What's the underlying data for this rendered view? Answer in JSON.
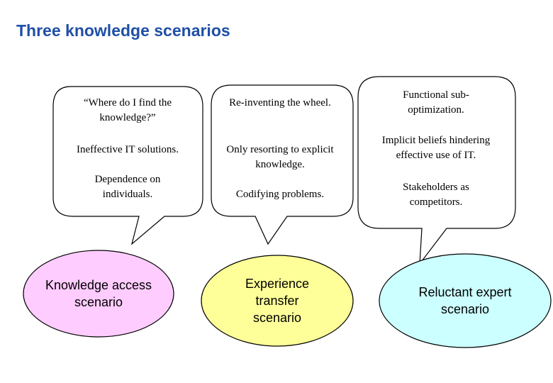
{
  "title": "Three knowledge scenarios",
  "colors": {
    "title": "#1f4fa6",
    "pink": "#ffccff",
    "yellow": "#ffff99",
    "cyan": "#ccffff"
  },
  "bubbles": [
    {
      "lines": [
        "“Where do I find the knowledge?”",
        "Ineffective IT solutions.",
        "Dependence on individuals."
      ]
    },
    {
      "lines": [
        "Re-inventing the wheel.",
        "Only resorting to explicit knowledge.",
        "Codifying problems."
      ]
    },
    {
      "lines": [
        "Functional sub-optimization.",
        "Implicit beliefs hindering effective use of IT.",
        "Stakeholders as competitors."
      ]
    }
  ],
  "scenarios": [
    {
      "label": "Knowledge access scenario"
    },
    {
      "label": "Experience transfer scenario"
    },
    {
      "label": "Reluctant expert scenario"
    }
  ]
}
